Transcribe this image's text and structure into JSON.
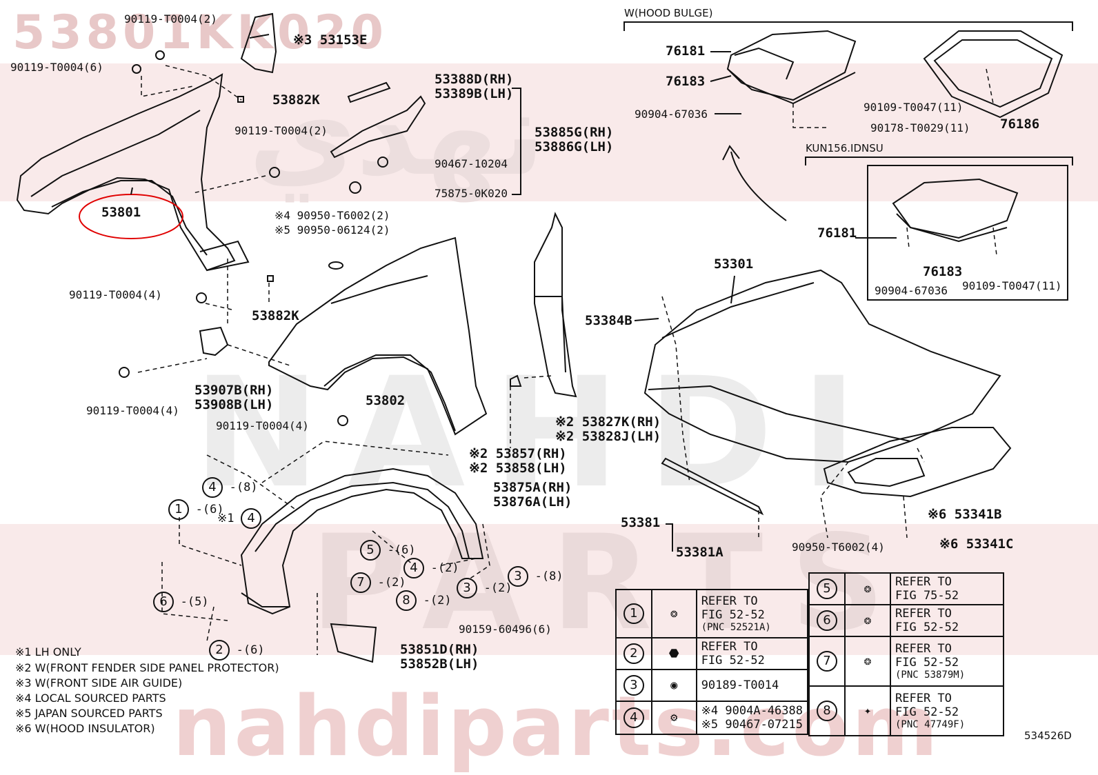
{
  "watermark": {
    "part_number": "53801KK020",
    "arabic": "نهدي",
    "brand": "NAHDI",
    "brand2": "PARTS",
    "url": "nahdiparts.com"
  },
  "diagram_code": "534526D",
  "headers": {
    "hood_bulge": "W(HOOD BULGE)",
    "kun": "KUN156.IDNSU"
  },
  "highlight": "53801",
  "labels": [
    "90119-T0004(2)",
    "90119-T0004(6)",
    "※3 53153E",
    "53882K",
    "90119-T0004(2)",
    "53388D(RH)",
    "53389B(LH)",
    "53885G(RH)",
    "53886G(LH)",
    "90467-10204",
    "75875-0K020",
    "90119-T0004(4)",
    "53882K",
    "※4 90950-T6002(2)",
    "※5 90950-06124(2)",
    "53907B(RH)",
    "53908B(LH)",
    "90119-T0004(4)",
    "90119-T0004(4)",
    "53802",
    "※2 53827K(RH)",
    "※2 53828J(LH)",
    "※2 53857(RH)",
    "※2 53858(LH)",
    "53875A(RH)",
    "53876A(LH)",
    "90159-60496(6)",
    "53851D(RH)",
    "53852B(LH)",
    "76181",
    "76183",
    "90904-67036",
    "90109-T0047(11)",
    "90178-T0029(11)",
    "76186",
    "76181",
    "76183",
    "90904-67036",
    "90109-T0047(11)",
    "53301",
    "53384B",
    "53381",
    "53381A",
    "90950-T6002(4)",
    "※6 53341B",
    "※6 53341C"
  ],
  "callouts": [
    {
      "n": "4",
      "t": "-(8)"
    },
    {
      "n": "1",
      "t": "-(6)"
    },
    {
      "n": "4",
      "t": "※1"
    },
    {
      "n": "5",
      "t": "-(6)"
    },
    {
      "n": "4",
      "t": "-(2)"
    },
    {
      "n": "3",
      "t": "-(8)"
    },
    {
      "n": "7",
      "t": "-(2)"
    },
    {
      "n": "8",
      "t": "-(2)"
    },
    {
      "n": "3",
      "t": "-(2)"
    },
    {
      "n": "6",
      "t": "-(5)"
    },
    {
      "n": "2",
      "t": "-(6)"
    }
  ],
  "notes": [
    "※1 LH ONLY",
    "※2 W(FRONT FENDER SIDE PANEL PROTECTOR)",
    "※3 W(FRONT SIDE AIR GUIDE)",
    "※4 LOCAL SOURCED PARTS",
    "※5 JAPAN SOURCED PARTS",
    "※6 W(HOOD INSULATOR)"
  ],
  "legend": [
    {
      "n": "1",
      "lines": [
        "REFER TO",
        "FIG 52-52",
        "(PNC 52521A)"
      ]
    },
    {
      "n": "2",
      "lines": [
        "REFER TO",
        "FIG 52-52"
      ]
    },
    {
      "n": "3",
      "lines": [
        "90189-T0014"
      ]
    },
    {
      "n": "4",
      "lines": [
        "※4 9004A-46388",
        "※5 90467-07215"
      ]
    },
    {
      "n": "5",
      "lines": [
        "REFER TO",
        "FIG 75-52"
      ]
    },
    {
      "n": "6",
      "lines": [
        "REFER TO",
        "FIG 52-52"
      ]
    },
    {
      "n": "7",
      "lines": [
        "REFER TO",
        "FIG 52-52",
        "(PNC 53879M)"
      ]
    },
    {
      "n": "8",
      "lines": [
        "REFER TO",
        "FIG 52-52",
        "(PNC 47749F)"
      ]
    }
  ]
}
